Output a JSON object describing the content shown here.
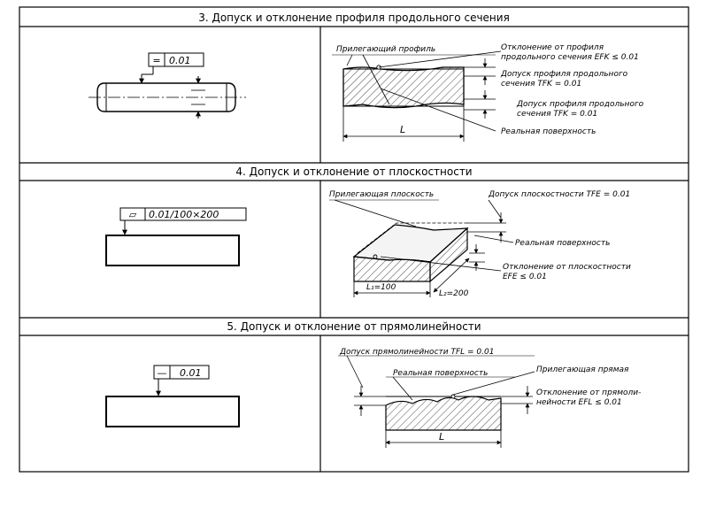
{
  "sections": [
    {
      "title": "3. Допуск и отклонение профиля продольного сечения",
      "frame_symbol": "=",
      "frame_value": "0.01",
      "labels": {
        "adjacent_profile": "Прилегающий профиль",
        "deviation_line1": "Отклонение от профиля",
        "deviation_line2": "продольного сечения EFK ≤ 0.01",
        "tolerance_a_line1": "Допуск профиля продольного",
        "tolerance_a_line2": "сечения TFK = 0.01",
        "tolerance_b_line1": "Допуск профиля продольного",
        "tolerance_b_line2": "сечения TFK = 0.01",
        "real_surface": "Реальная поверхность",
        "length": "L"
      }
    },
    {
      "title": "4. Допуск и отклонение от плоскостности",
      "frame_symbol": "▱",
      "frame_value": "0.01/100×200",
      "labels": {
        "adjacent_plane": "Прилегающая плоскость",
        "tolerance": "Допуск плоскостности TFE = 0.01",
        "real_surface": "Реальная поверхность",
        "deviation_line1": "Отклонение от плоскостности",
        "deviation_line2": "EFE ≤ 0.01",
        "l1": "L₁=100",
        "l2": "L₂=200"
      }
    },
    {
      "title": "5. Допуск и отклонение от прямолинейности",
      "frame_symbol": "—",
      "frame_value": "0.01",
      "labels": {
        "tolerance": "Допуск прямолинейности TFL = 0.01",
        "real_surface": "Реальная поверхность",
        "adjacent_line": "Прилегающая прямая",
        "deviation_line1": "Отклонение от прямоли-",
        "deviation_line2": "нейности EFL ≤ 0.01",
        "length": "L"
      }
    }
  ]
}
